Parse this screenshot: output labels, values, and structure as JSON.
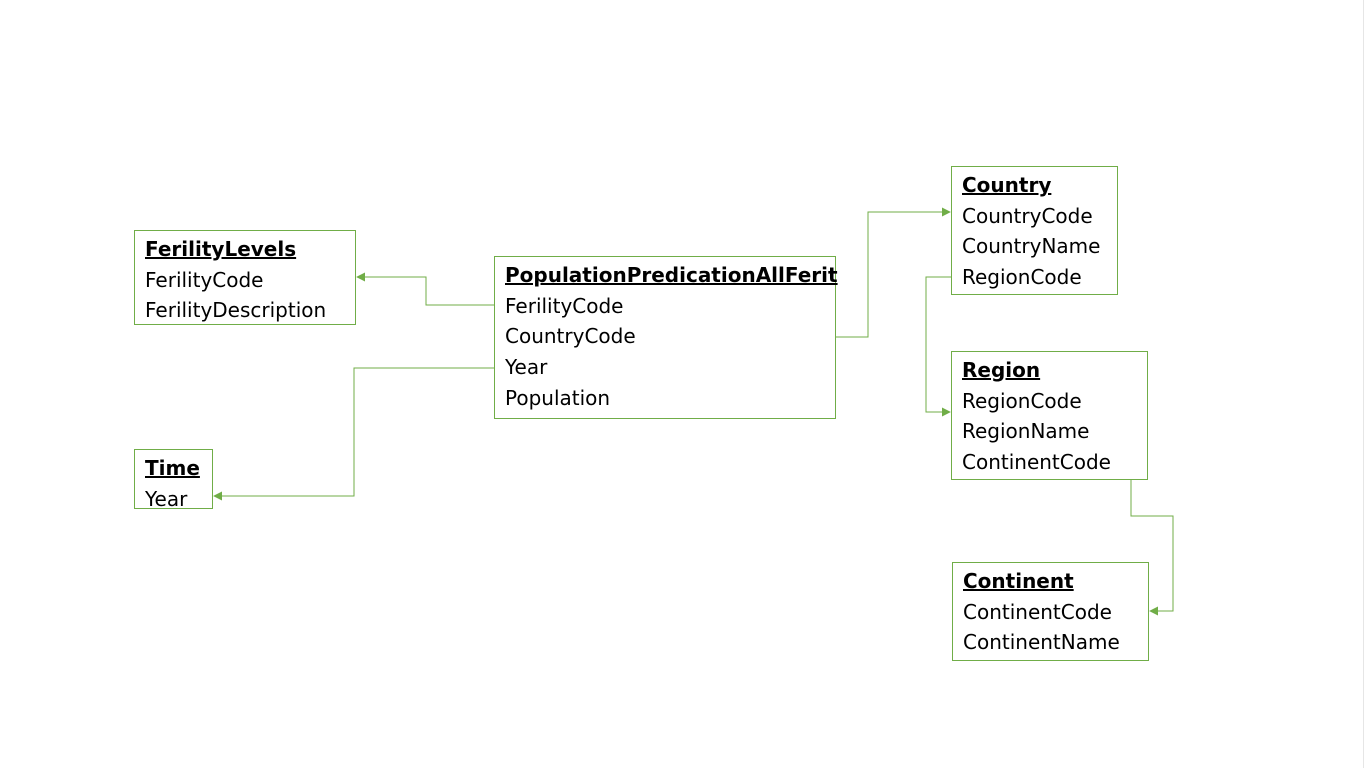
{
  "colors": {
    "line": "#70ad47",
    "text": "#000000",
    "background": "#ffffff"
  },
  "entities": {
    "population": {
      "title": "PopulationPredicationAllFerit",
      "fields": [
        "FerilityCode",
        "CountryCode",
        "Year",
        "Population"
      ]
    },
    "fertility": {
      "title": "FerilityLevels",
      "fields": [
        "FerilityCode",
        "FerilityDescription"
      ]
    },
    "time": {
      "title": "Time",
      "fields": [
        "Year"
      ]
    },
    "country": {
      "title": "Country",
      "fields": [
        "CountryCode",
        "CountryName",
        "RegionCode"
      ]
    },
    "region": {
      "title": "Region",
      "fields": [
        "RegionCode",
        "RegionName",
        "ContinentCode"
      ]
    },
    "continent": {
      "title": "Continent",
      "fields": [
        "ContinentCode",
        "ContinentName"
      ]
    }
  }
}
